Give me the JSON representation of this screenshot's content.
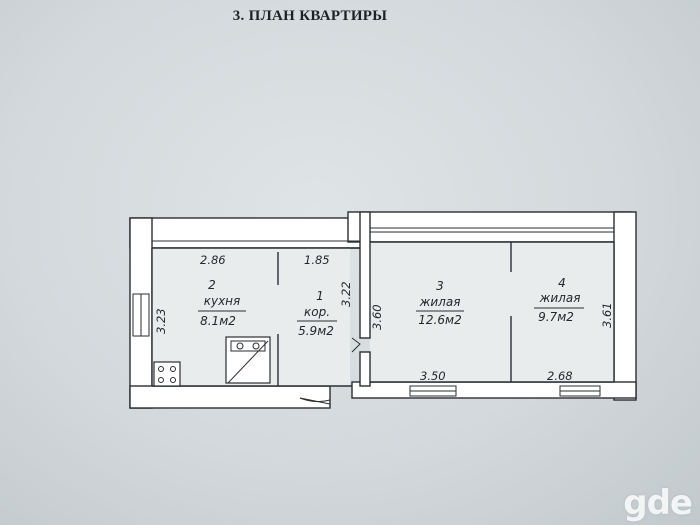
{
  "title": "3. ПЛАН КВАРТИРЫ",
  "rooms": [
    {
      "number": "2",
      "name": "кухня",
      "area": "8.1м2"
    },
    {
      "number": "1",
      "name": "кор.",
      "area": "5.9м2"
    },
    {
      "number": "3",
      "name": "жилая",
      "area": "12.6м2"
    },
    {
      "number": "4",
      "name": "жилая",
      "area": "9.7м2"
    }
  ],
  "dimensions": {
    "kitchen_width": "2.86",
    "corridor_width": "1.85",
    "corridor_height": "3.22",
    "kitchen_height": "3.23",
    "room3_height": "3.60",
    "room3_width": "3.50",
    "room4_width": "2.68",
    "room4_height": "3.61"
  },
  "watermark": "gde",
  "colors": {
    "ink": "#2a2e33",
    "background": "#d3d9dc",
    "wall_fill": "#ffffff"
  }
}
